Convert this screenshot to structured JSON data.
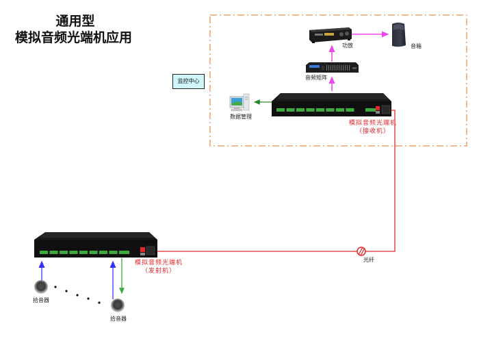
{
  "title": {
    "line1": "通用型",
    "line2": "模拟音频光端机应用"
  },
  "monitor_center": {
    "label": "监控中心"
  },
  "devices": {
    "amplifier": {
      "label": "功放",
      "icon": "amplifier-icon"
    },
    "speaker": {
      "label": "音箱",
      "icon": "speaker-icon"
    },
    "audio_matrix": {
      "label": "音频矩阵",
      "icon": "audio-matrix-icon"
    },
    "data_management": {
      "label": "数据管理",
      "icon": "computer-icon"
    },
    "receiver": {
      "label_line1": "模拟音频光端机",
      "label_line2": "（接收机）",
      "icon": "rack-device-icon"
    },
    "transmitter": {
      "label_line1": "模拟音频光端机",
      "label_line2": "（发射机）",
      "icon": "rack-device-icon"
    },
    "fiber": {
      "label": "光纤",
      "icon": "fiber-icon"
    },
    "pickup_1": {
      "label": "拾音器",
      "icon": "microphone-icon"
    },
    "pickup_2": {
      "label": "拾音器",
      "icon": "microphone-icon"
    }
  },
  "colors": {
    "boundary": "#f0914a",
    "fiber_line": "#e8262a",
    "audio_arrow": "#ee44ee",
    "data_arrow": "#2a8a2a",
    "mic_input_arrow": "#4a4aff",
    "mic_output_arrow": "#3aa83a",
    "monitor_box_fill": "#cff6fb"
  }
}
